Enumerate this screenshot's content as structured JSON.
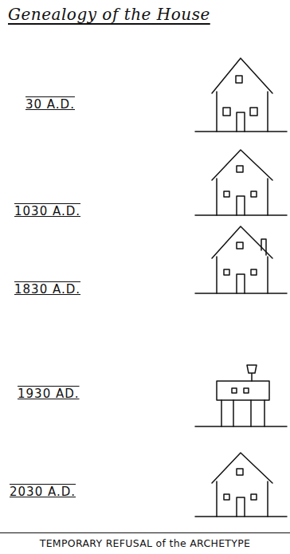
{
  "diagram": {
    "title": "Genealogy of the House",
    "caption": "TEMPORARY REFUSAL of the ARCHETYPE",
    "labels": [
      "30 A.D.",
      "1030 A.D.",
      "1830 A.D.",
      "1930 AD.",
      "2030 A.D."
    ]
  }
}
